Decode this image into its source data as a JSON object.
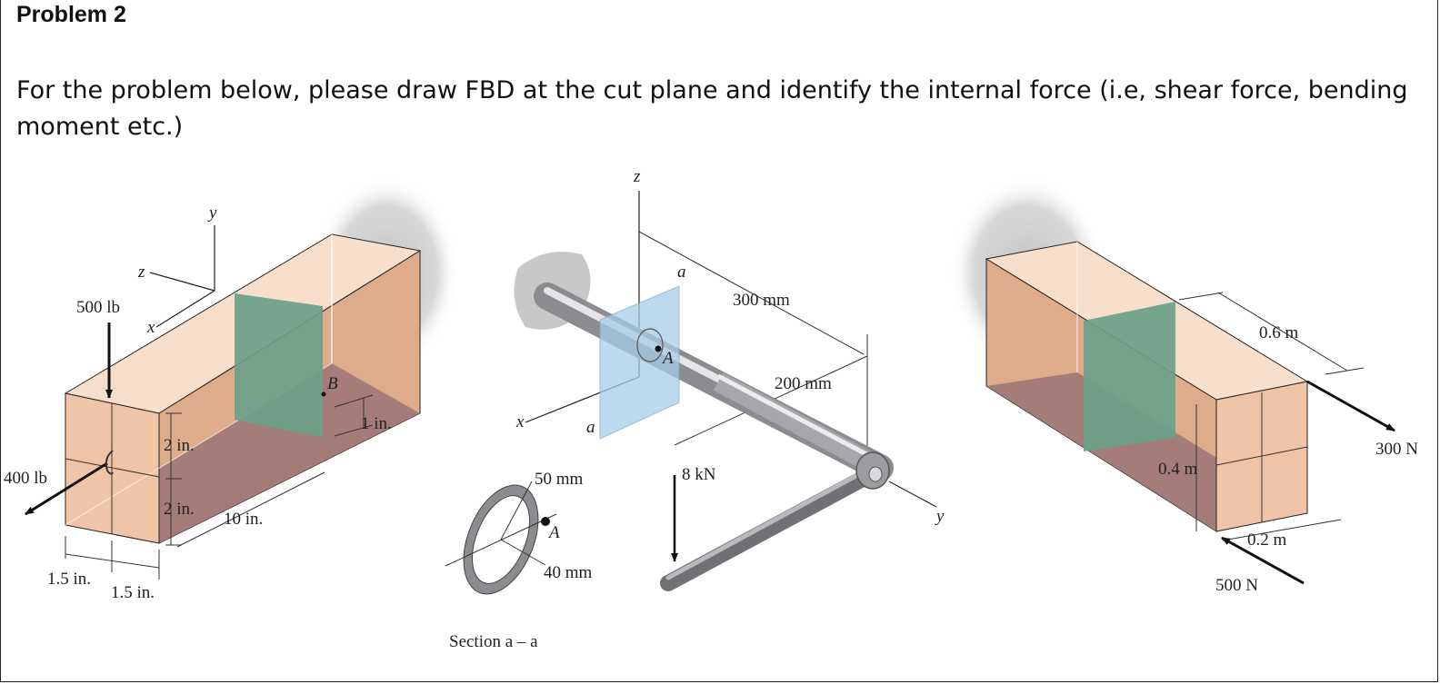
{
  "problem_title": "Problem 2",
  "instructions": "For the problem below, please draw FBD at the cut plane and identify the internal force (i.e, shear force, bending moment etc.)",
  "fig1": {
    "load_top": "500 lb",
    "load_side": "400 lb",
    "axis_y": "y",
    "axis_z": "z",
    "axis_x": "x",
    "point_b": "B",
    "dim_top": "2 in.",
    "dim_bottom": "2 in.",
    "dim_length": "10 in.",
    "dim_depth": "1 in.",
    "dim_w1": "1.5 in.",
    "dim_w2": "1.5 in."
  },
  "fig2": {
    "axis_z": "z",
    "axis_x": "x",
    "axis_y": "y",
    "cut_a_top": "a",
    "cut_a_bottom": "a",
    "point_a": "A",
    "dim_300": "300 mm",
    "dim_200": "200 mm",
    "load": "8 kN",
    "dim_outer": "50 mm",
    "dim_inner": "40 mm",
    "section_point": "A",
    "section_caption": "Section a – a"
  },
  "fig3": {
    "dim_06": "0.6 m",
    "dim_04": "0.4 m",
    "dim_02": "0.2 m",
    "load_300": "300 N",
    "load_500": "500 N"
  },
  "colors": {
    "top_face": "#f8dfcc",
    "side_face": "#deab8b",
    "bottom_face": "#9b7474",
    "cut_plane": "#6aa08a",
    "section_plane": "#a8cde8",
    "shaft": "#b5b7ba",
    "wall_shadow": "#cfcfcf"
  }
}
